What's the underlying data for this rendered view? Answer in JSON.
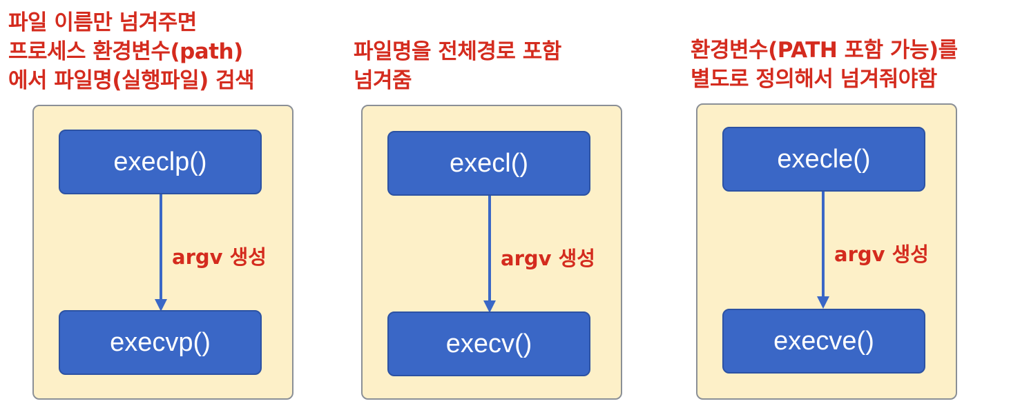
{
  "columns": [
    {
      "caption_lines": [
        "파일 이름만 넘겨주면",
        "프로세스 환경변수(path)",
        "에서 파일명(실행파일) 검색"
      ],
      "top_function": "execlp()",
      "bottom_function": "execvp()",
      "arrow_label": "argv 생성"
    },
    {
      "caption_lines": [
        "파일명을 전체경로 포함",
        "넘겨줌"
      ],
      "top_function": "execl()",
      "bottom_function": "execv()",
      "arrow_label": "argv 생성"
    },
    {
      "caption_lines": [
        "환경변수(PATH 포함 가능)를",
        "별도로 정의해서 넘겨줘야함"
      ],
      "top_function": "execle()",
      "bottom_function": "execve()",
      "arrow_label": "argv 생성"
    }
  ],
  "colors": {
    "caption_text": "#d42b1e",
    "panel_fill": "#fdf0c8",
    "panel_border": "#8a8f96",
    "box_fill": "#3a67c6",
    "box_text": "#ffffff",
    "arrow": "#3a67c6"
  }
}
